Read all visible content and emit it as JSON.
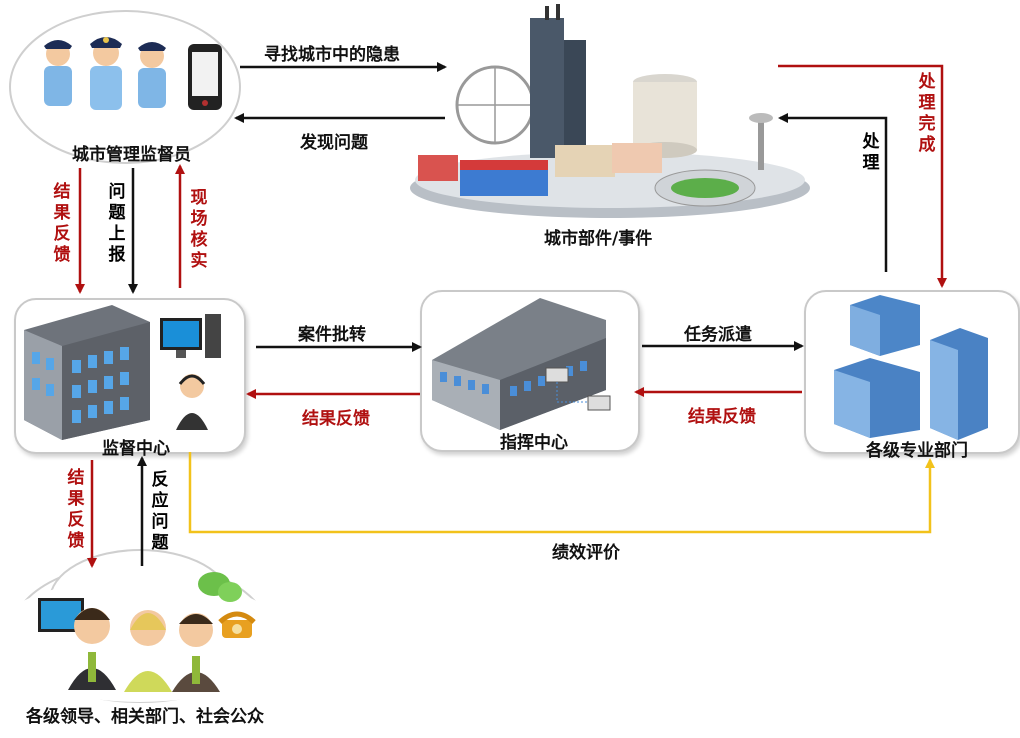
{
  "nodes": {
    "supervisors": "城市管理监督员",
    "city": "城市部件/事件",
    "monitor_center": "监督中心",
    "command_center": "指挥中心",
    "departments": "各级专业部门",
    "public": "各级领导、相关部门、社会公众"
  },
  "edges": {
    "find_hazards": "寻找城市中的隐患",
    "find_problems": "发现问题",
    "feedback_left": "结果反馈",
    "report_problem": "问题上报",
    "onsite_verify": "现场核实",
    "case_transfer": "案件批转",
    "feedback_mid": "结果反馈",
    "task_dispatch": "任务派遣",
    "feedback_right": "结果反馈",
    "process": "处理",
    "process_done": "处理完成",
    "feedback_down": "结果反馈",
    "respond_problem": "反应问题",
    "performance_eval": "绩效评价"
  },
  "colors": {
    "red_arrow": "#b01010",
    "black_arrow": "#111111",
    "yellow_arrow": "#f2c21b"
  }
}
